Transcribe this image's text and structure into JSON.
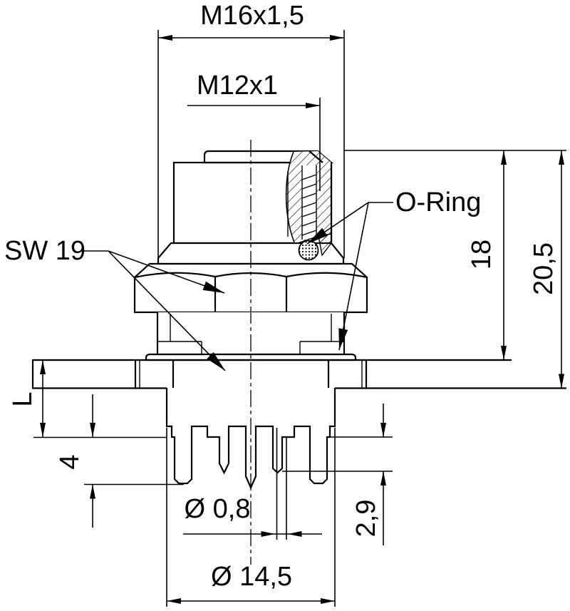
{
  "drawing": {
    "labels": {
      "m16": "M16x1,5",
      "m12": "M12x1",
      "oring": "O-Ring",
      "sw19": "SW 19",
      "d18": "18",
      "d205": "20,5",
      "dL": "L",
      "d4": "4",
      "d08": "Ø 0,8",
      "d29": "2,9",
      "d145": "Ø 14,5"
    },
    "colors": {
      "line": "#000000",
      "background": "#ffffff"
    }
  }
}
